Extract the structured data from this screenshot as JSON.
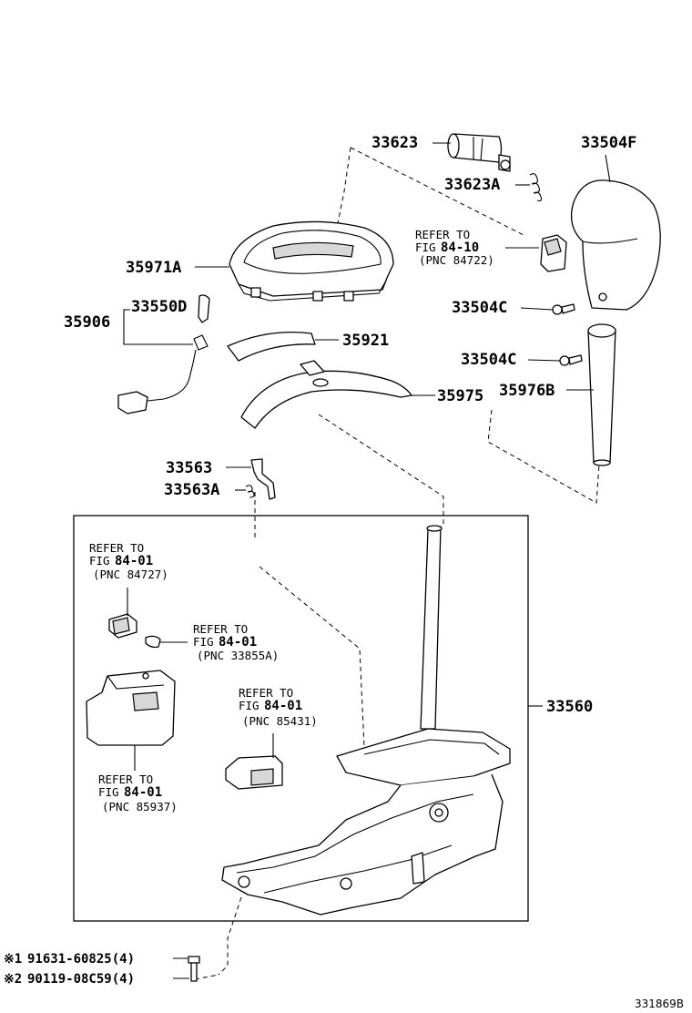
{
  "diagram_id": "331869B",
  "labels": {
    "p33623": "33623",
    "p33623A": "33623A",
    "p33504F": "33504F",
    "p35971A": "35971A",
    "p33550D": "33550D",
    "p35906": "35906",
    "p35921": "35921",
    "p33504C_upper": "33504C",
    "p33504C_lower": "33504C",
    "p35976B": "35976B",
    "p35975": "35975",
    "p33563": "33563",
    "p33563A": "33563A",
    "p33560": "33560"
  },
  "references": [
    {
      "line1": "REFER TO",
      "fig_prefix": "FIG",
      "fig": "84-10",
      "pnc": "(PNC 84722)"
    },
    {
      "line1": "REFER TO",
      "fig_prefix": "FIG",
      "fig": "84-01",
      "pnc": "(PNC 84727)"
    },
    {
      "line1": "REFER TO",
      "fig_prefix": "FIG",
      "fig": "84-01",
      "pnc": "(PNC 33855A)"
    },
    {
      "line1": "REFER TO",
      "fig_prefix": "FIG",
      "fig": "84-01",
      "pnc": "(PNC 85431)"
    },
    {
      "line1": "REFER TO",
      "fig_prefix": "FIG",
      "fig": "84-01",
      "pnc": "(PNC 85937)"
    }
  ],
  "footnotes": [
    {
      "mark": "※1",
      "part": "91631-60825(4)"
    },
    {
      "mark": "※2",
      "part": "90119-08C59(4)"
    }
  ]
}
